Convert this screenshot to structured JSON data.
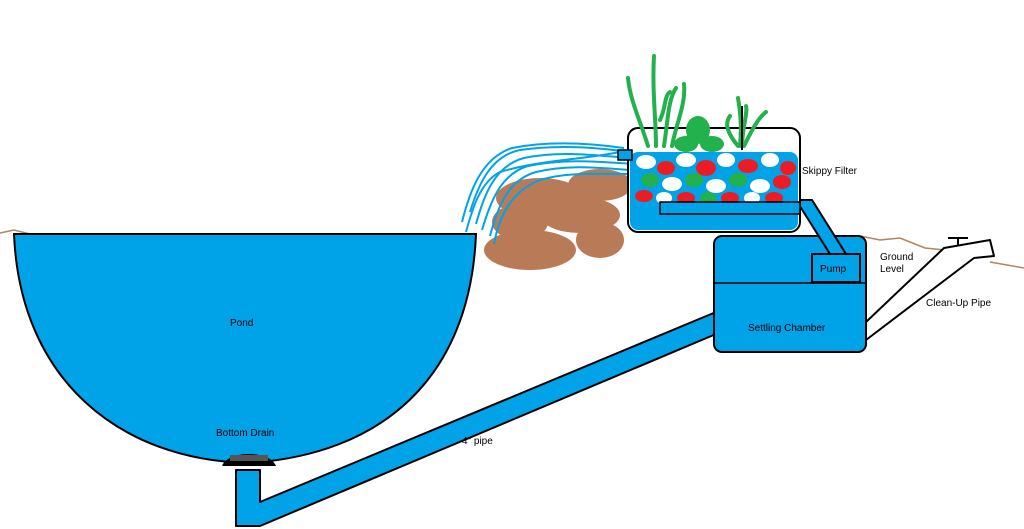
{
  "labels": {
    "pond": "Pond",
    "bottom_drain": "Bottom Drain",
    "pipe": "4\" pipe",
    "skippy_filter": "Skippy Filter",
    "pump": "Pump",
    "settling_chamber": "Settling Chamber",
    "ground_level_1": "Ground",
    "ground_level_2": "Level",
    "cleanup_pipe": "Clean-Up Pipe"
  },
  "colors": {
    "water": "#00a2e8",
    "ground": "#b5835a",
    "rock": "#b97a57",
    "stream": "#00a2e8",
    "plant": "#22b14c",
    "media_red": "#ed1c24",
    "media_white": "#ffffff",
    "media_green": "#22b14c",
    "outline": "#000000",
    "cleanup_pipe": "#ffffff"
  }
}
